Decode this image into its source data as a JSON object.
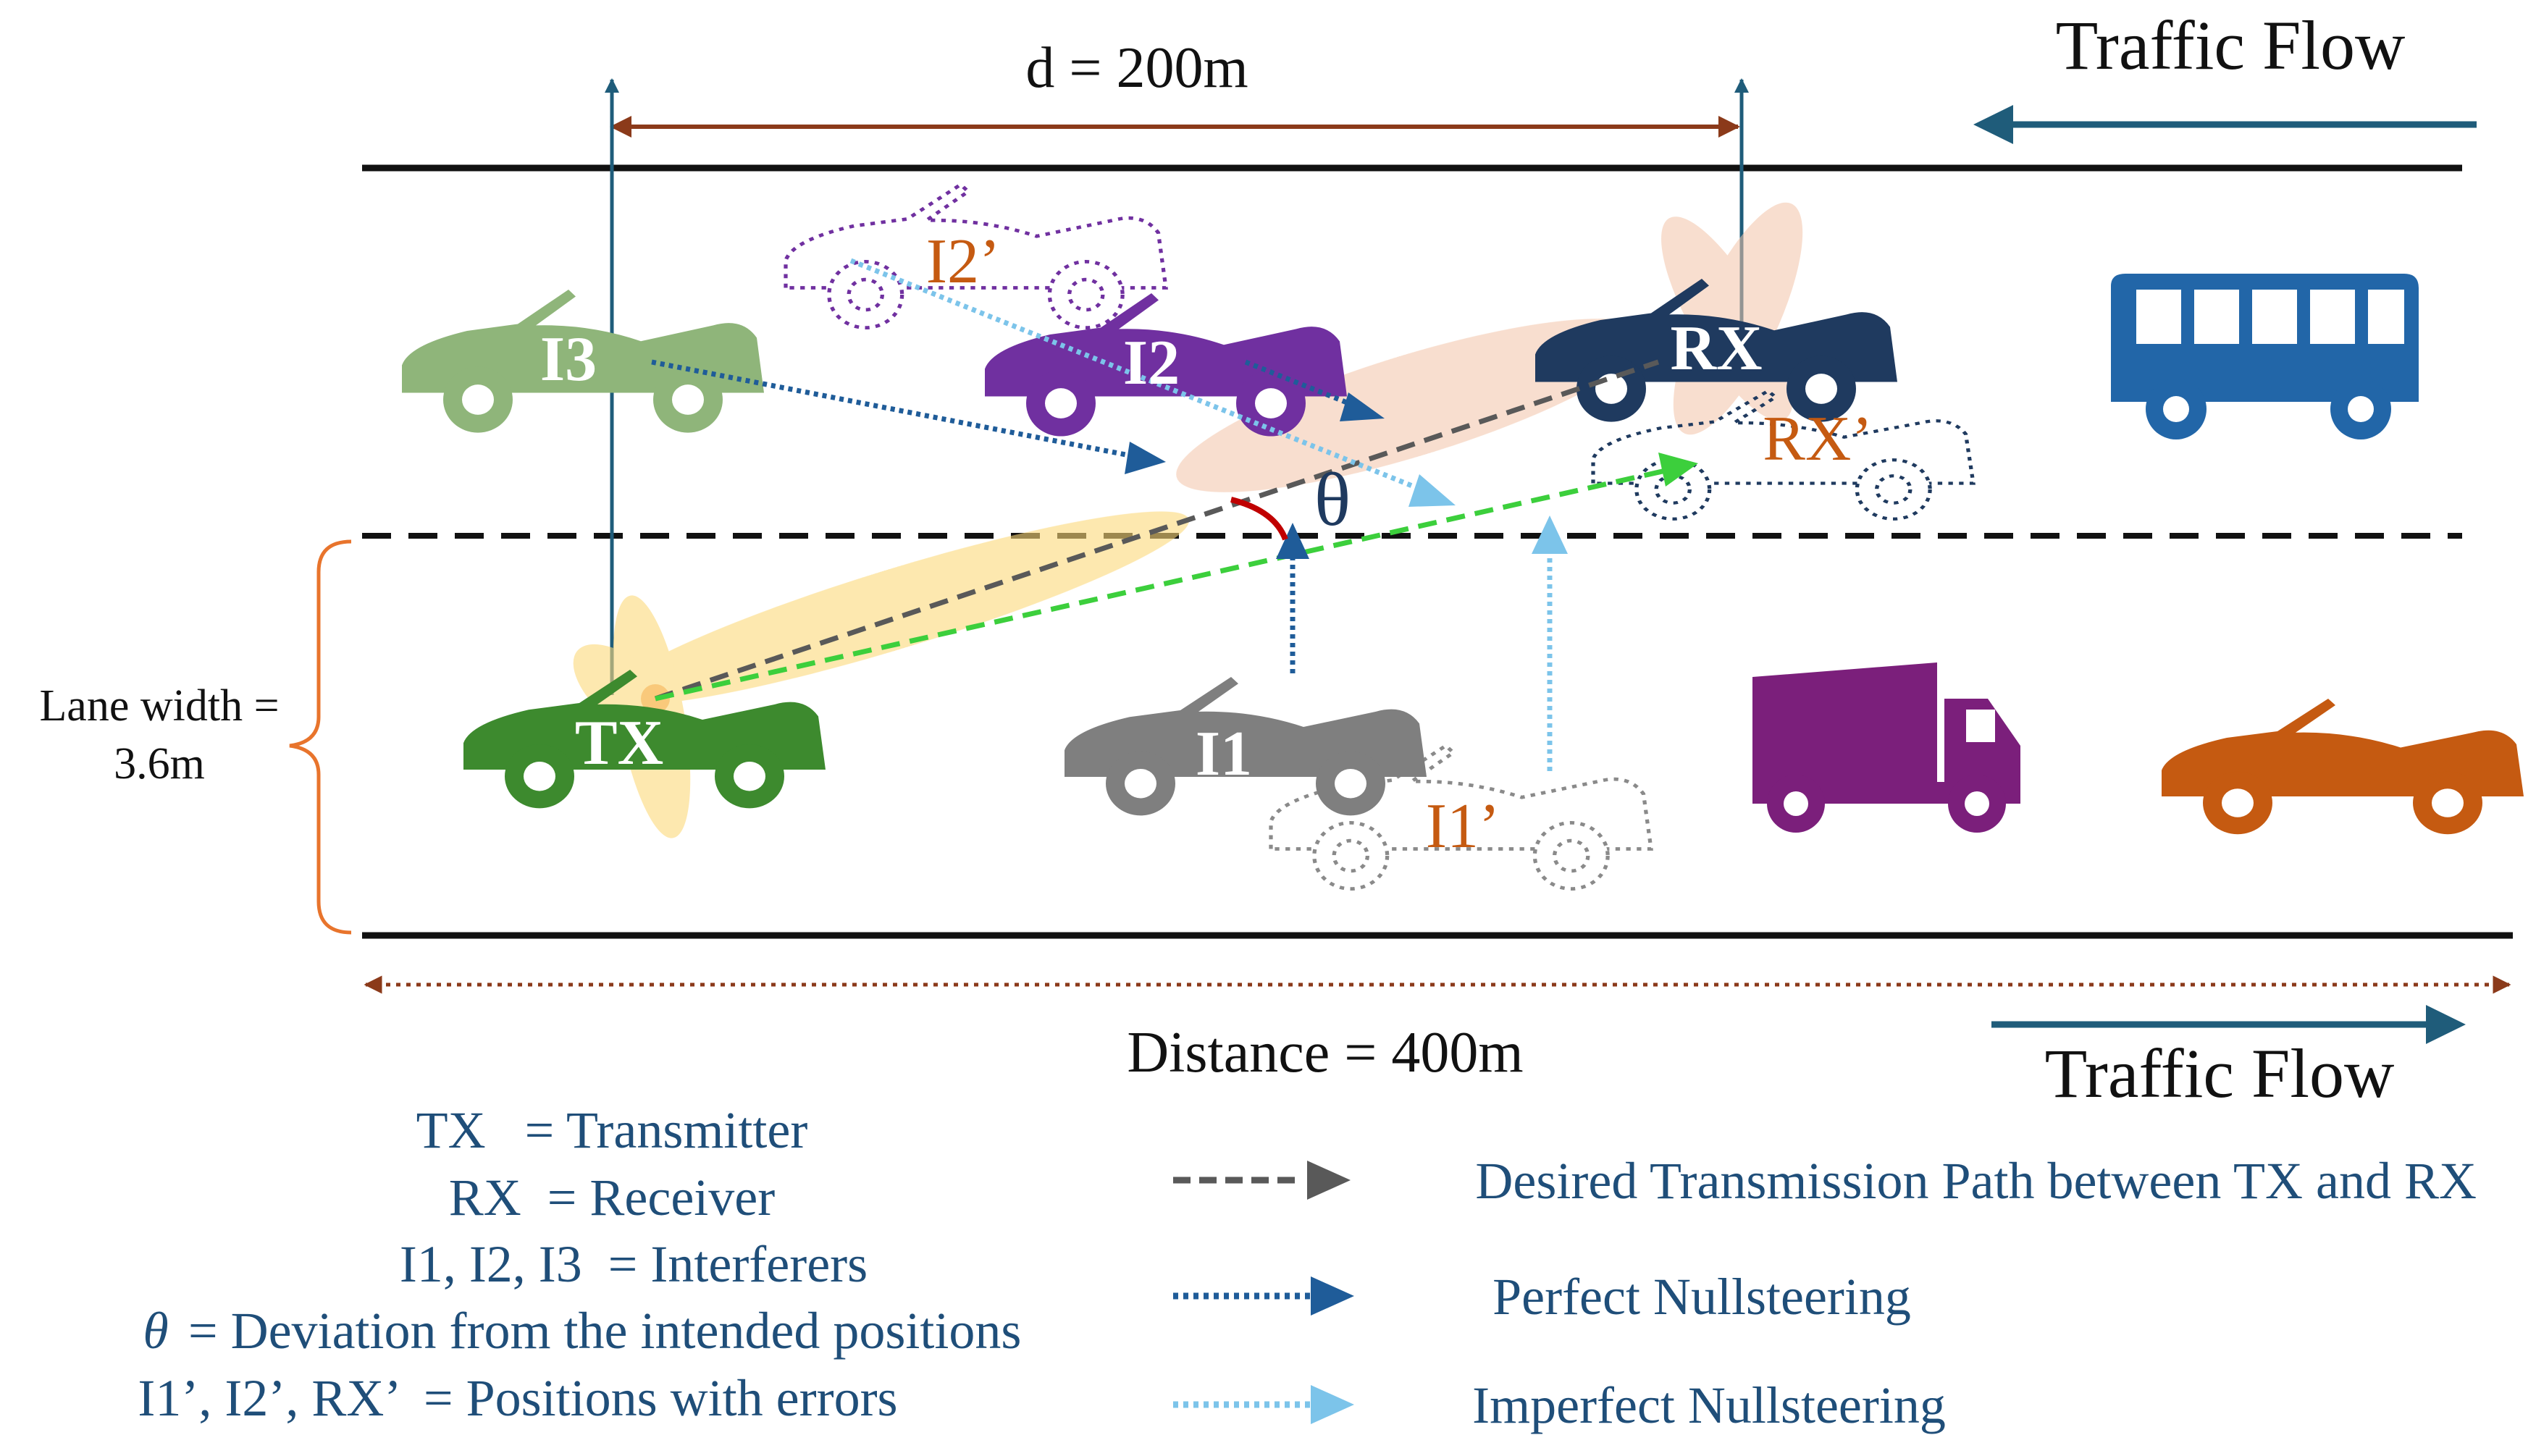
{
  "labels": {
    "distance_top": "d = 200m",
    "traffic_flow_top": "Traffic Flow",
    "traffic_flow_bottom": "Traffic Flow",
    "distance_bottom": "Distance = 400m",
    "lane_width_line1": "Lane width =",
    "lane_width_line2": "3.6m",
    "theta": "θ"
  },
  "vehicles": {
    "tx": "TX",
    "rx": "RX",
    "rx_err": "RX’",
    "i1": "I1",
    "i1_err": "I1’",
    "i2": "I2",
    "i2_err": "I2’",
    "i3": "I3"
  },
  "definitions": [
    "TX   = Transmitter",
    "RX  = Receiver",
    "I1, I2, I3  = Interferers",
    "= Deviation from the intended positions",
    "I1’, I2’, RX’  = Positions with errors"
  ],
  "definition_theta": "θ",
  "legend": [
    {
      "label": "Desired Transmission Path between TX and RX",
      "style": "dashed",
      "color": "#595959"
    },
    {
      "label": "Perfect Nullsteering",
      "style": "dotted",
      "color": "#1f5c99"
    },
    {
      "label": "Imperfect Nullsteering",
      "style": "dotted",
      "color": "#7cc4ea"
    }
  ],
  "colors": {
    "tx_car": "#3d8a2e",
    "rx_car": "#1f3a5f",
    "i1_car": "#7f7f7f",
    "i2_car": "#7030a0",
    "i3_car": "#8fb57a",
    "bus": "#2266a8",
    "truck": "#7b1f7b",
    "orange_car": "#c55a11",
    "label_orange": "#c55a11",
    "text_blue": "#1f4e79"
  }
}
